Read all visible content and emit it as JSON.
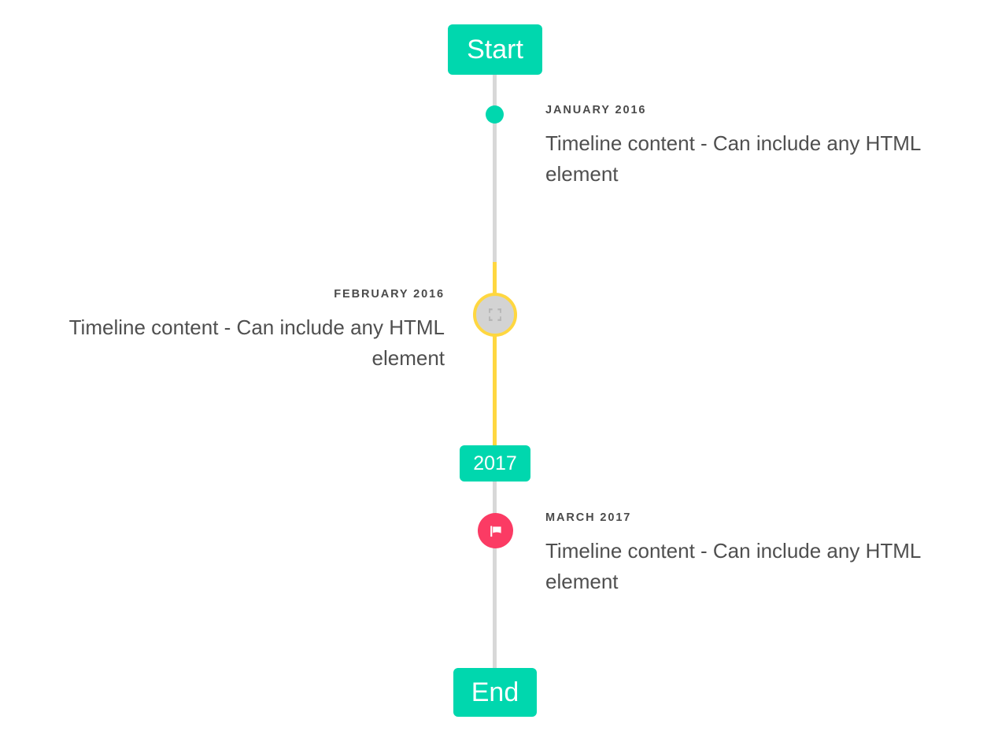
{
  "theme": {
    "background": "#ffffff",
    "accent_teal": "#00d7ae",
    "accent_yellow": "#ffd740",
    "accent_pink": "#fb3b64",
    "line_gray": "#d8d8d8",
    "marker_gray": "#d3d3d3",
    "text_dark": "#4a4a4a",
    "text_body": "#4f4f4f",
    "badge_text": "#ffffff"
  },
  "timeline": {
    "start_badge": {
      "label": "Start"
    },
    "year_badge": {
      "label": "2017"
    },
    "end_badge": {
      "label": "End"
    },
    "entries": [
      {
        "id": "january-2016",
        "date": "JANUARY 2016",
        "body": "Timeline content - Can include any HTML element",
        "side": "right",
        "marker": "dot",
        "marker_icon": "circle-dot-icon",
        "marker_color": "#00d7ae"
      },
      {
        "id": "february-2016",
        "date": "FEBRUARY 2016",
        "body": "Timeline content - Can include any HTML element",
        "side": "left",
        "marker": "ring",
        "marker_icon": "broken-image-icon",
        "marker_color": "#d3d3d3",
        "marker_border_color": "#ffd740"
      },
      {
        "id": "march-2017",
        "date": "MARCH 2017",
        "body": "Timeline content - Can include any HTML element",
        "side": "right",
        "marker": "flag",
        "marker_icon": "flag-icon",
        "marker_color": "#fb3b64"
      }
    ]
  }
}
